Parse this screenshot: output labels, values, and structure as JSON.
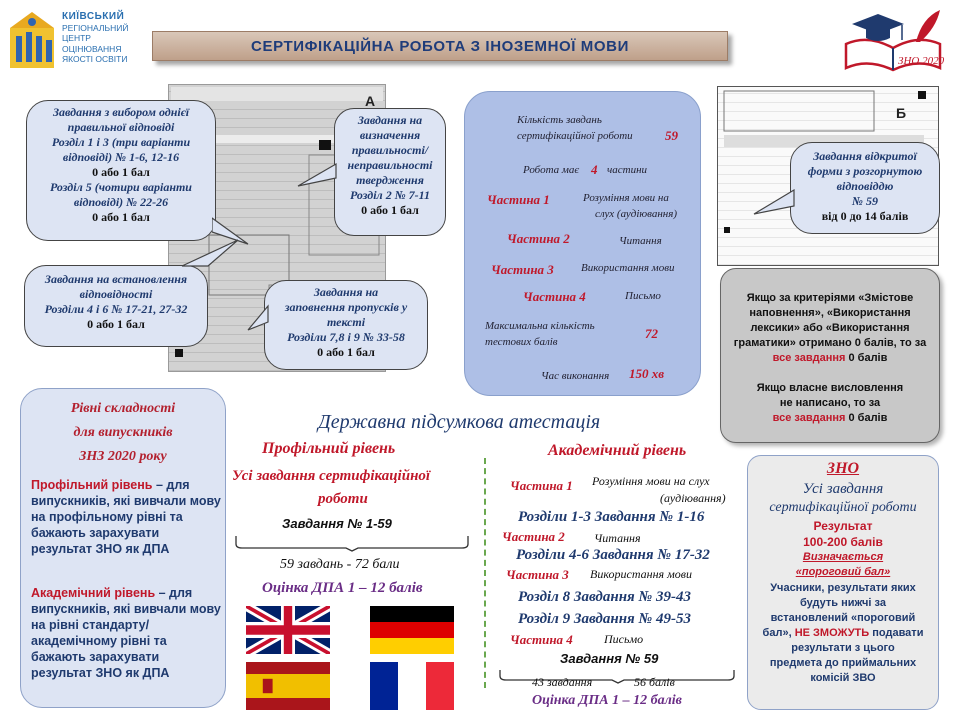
{
  "logo": {
    "line1": "КИЇВСЬКИЙ",
    "line2": "РЕГІОНАЛЬНИЙ",
    "line3": "ЦЕНТР ОЦІНЮВАННЯ",
    "line4": "ЯКОСТІ ОСВІТИ"
  },
  "brand_zno": "ЗНО 2020",
  "title": "СЕРТИФІКАЦІЙНА  РОБОТА З ІНОЗЕМНОЇ  МОВИ",
  "sheet_a_letter": "А",
  "sheet_b_letter": "Б",
  "callouts": {
    "choice": {
      "l1": "Завдання з вибором однієї",
      "l2": "правильної відповіді",
      "l3": "Розділ 1 і 3 (три варіанти",
      "l4": "відповіді) № 1-6, 12-16",
      "p1": "0 або 1 бал",
      "l5": "Розділ 5 (чотири варіанти",
      "l6": "відповіді) № 22-26",
      "p2": "0 або 1 бал"
    },
    "truth": {
      "l1": "Завдання на",
      "l2": "визначення",
      "l3": "правильності/",
      "l4": "неправильності",
      "l5": "твердження",
      "l6": "Розділ 2 № 7-11",
      "p": "0 або 1 бал"
    },
    "match": {
      "l1": "Завдання на встановлення",
      "l2": "відповідності",
      "l3": "Розділи 4 і 6 № 17-21, 27-32",
      "p": "0 або 1 бал"
    },
    "gaps": {
      "l1": "Завдання на",
      "l2": "заповнення пропусків у",
      "l3": "тексті",
      "l4": "Розділи 7,8 і 9 № 33-58",
      "p": "0 або 1 бал"
    },
    "open": {
      "l1": "Завдання відкритої",
      "l2": "форми з розгорнутою",
      "l3": "відповіддю",
      "l4": "№ 59",
      "p": "від 0 до 14 балів"
    }
  },
  "info": {
    "tasks_l1": "Кількість завдань",
    "tasks_l2": "сертифікаційної роботи",
    "tasks_val": "59",
    "parts_pre": "Робота має",
    "parts_val": "4",
    "parts_post": "частини",
    "p1": "Частина 1",
    "p1_desc_l1": "Розуміння мови на",
    "p1_desc_l2": "слух (аудіювання)",
    "p2": "Частина 2",
    "p2_desc": "Читання",
    "p3": "Частина 3",
    "p3_desc": "Використання мови",
    "p4": "Частина 4",
    "p4_desc": "Письмо",
    "max_l1": "Максимальна кількість",
    "max_l2": "тестових балів",
    "max_val": "72",
    "time_label": "Час виконання",
    "time_val": "150 хв"
  },
  "grey_rule": {
    "a1": "Якщо за критеріями «Змістове",
    "a2": "наповнення»,  «Використання",
    "a3": "лексики»  або «Використання",
    "a4": "граматики»  отримано 0 балів, то за",
    "a5_red": "все завдання",
    "a5": "  0 балів",
    "b1": "Якщо власне висловлення",
    "b2": "не написано,   то за",
    "b3_red": "все завдання",
    "b3": "  0 балів"
  },
  "levels": {
    "h1": "Рівні складності",
    "h2": "для випускників",
    "h3": "ЗНЗ 2020 року",
    "prof_red": "Профільний  рівень",
    "prof_text": " – для випускників, які  вивчали мову  на профільному  рівні та бажають  зарахувати результат  ЗНО як   ДПА",
    "acad_red": "Академічний рівень",
    "acad_text": " – для випускників, які  вивчали мову на рівні стандарту/ академічному рівні та бажають  зарахувати результат  ЗНО як   ДПА"
  },
  "dpa": {
    "title": "Державна підсумкова атестація",
    "prof_title": "Профільний  рівень",
    "prof_all_l1": "Усі завдання  сертифікаційної",
    "prof_all_l2": "роботи",
    "prof_tasks": "Завдання № 1-59",
    "prof_count": "59 завдань  -  72 бали",
    "prof_grade": "Оцінка ДПА 1 – 12  балів",
    "acad_title": "Академічний рівень",
    "a_p1": "Частина 1",
    "a_p1_desc_l1": "Розуміння мови на слух",
    "a_p1_desc_l2": "(аудіювання)",
    "a_s1": "Розділи 1-3  Завдання № 1-16",
    "a_p2": "Частина 2",
    "a_p2_desc": "Читання",
    "a_s2": "Розділи  4-6  Завдання № 17-32",
    "a_p3": "Частина 3",
    "a_p3_desc": "Використання мови",
    "a_s3": "Розділ 8  Завдання № 39-43",
    "a_s4": "Розділ  9   Завдання №  49-53",
    "a_p4": "Частина 4",
    "a_p4_desc": "Письмо",
    "a_tasks": "Завдання № 59",
    "a_count_l": "43 завдання",
    "a_count_r": "56 балів",
    "a_grade": "Оцінка ДПА 1 – 12  балів"
  },
  "zno_box": {
    "title": "ЗНО",
    "l1": "Усі  завдання",
    "l2": "сертифікаційної роботи",
    "res": "Результат",
    "range": "100-200 балів",
    "def1": "Визначається",
    "def2": "«пороговий бал»",
    "t1": "Учасники, результати яких",
    "t2": "будуть нижчі за",
    "t3": "встановлений «пороговий",
    "t4a": "бал»,",
    "t4red": "НЕ ЗМОЖУТЬ",
    "t4b": "подавати",
    "t5": "результати з цього",
    "t6": "предмета до приймальних",
    "t7": "комісій ЗВО"
  },
  "flags": [
    "uk-flag",
    "germany-flag",
    "spain-flag",
    "france-flag"
  ]
}
